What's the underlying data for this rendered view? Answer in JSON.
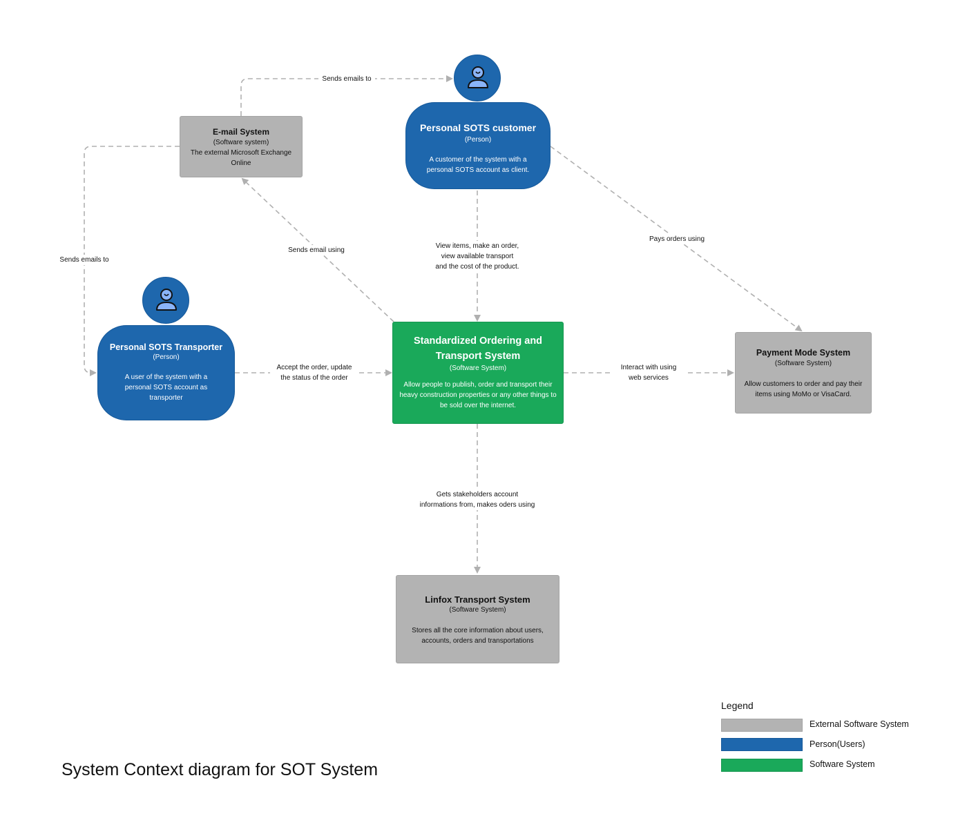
{
  "diagram": {
    "title": "System Context diagram for SOT System",
    "nodes": {
      "email_system": {
        "name": "E-mail System",
        "kind": "(Software system)",
        "description": "The external Microsoft Exchange Online"
      },
      "customer": {
        "name": "Personal SOTS customer",
        "kind": "(Person)",
        "description": "A customer of the system with a personal SOTS account as client.",
        "icon": "user-icon"
      },
      "transporter": {
        "name": "Personal SOTS Transporter",
        "kind": "(Person)",
        "description": "A user of the system with a personal SOTS account as transporter",
        "icon": "user-icon"
      },
      "sots": {
        "name": "Standardized Ordering and Transport System",
        "kind": "(Software System)",
        "description": "Allow people to publish, order and transport their heavy construction properties or any other things to be sold over the internet."
      },
      "payment": {
        "name": "Payment Mode System",
        "kind": "(Software System)",
        "description": "Allow customers to order and pay their items using MoMo or VisaCard."
      },
      "linfox": {
        "name": "Linfox Transport System",
        "kind": "(Software System)",
        "description": "Stores all the core information about users, accounts, orders and transportations"
      }
    },
    "relations": {
      "email_to_customer": "Sends emails to",
      "email_to_transporter": "Sends emails to",
      "sots_to_email": "Sends email using",
      "customer_to_sots": "View items, make an order,\nview available transport\nand the cost of the product.",
      "customer_to_payment": "Pays orders using",
      "transporter_to_sots": "Accept the order, update\nthe status of the order",
      "sots_to_payment": "Interact with using\nweb services",
      "sots_to_linfox": "Gets stakeholders account\ninformations from, makes oders using"
    }
  },
  "legend": {
    "title": "Legend",
    "items": [
      {
        "label": "External Software System",
        "color": "#b3b3b3"
      },
      {
        "label": "Person(Users)",
        "color": "#1e67ad"
      },
      {
        "label": "Software System",
        "color": "#1aa95a"
      }
    ]
  },
  "colors": {
    "person": "#1e67ad",
    "software_system": "#1aa95a",
    "external_system": "#b3b3b3",
    "connector": "#b0b0b0",
    "user_icon_fill": "#8ab4f8"
  }
}
